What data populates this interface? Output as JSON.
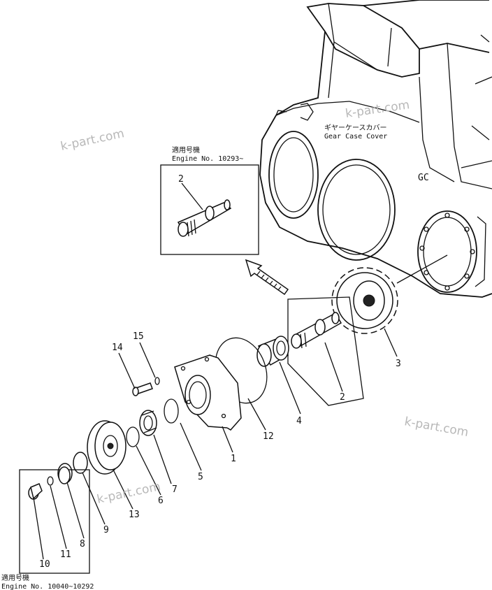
{
  "watermarks": [
    "k-part.com",
    "k-part.com",
    "k-part.com",
    "k-part.com"
  ],
  "gear_case_cover": {
    "jp": "ギヤーケースカバー",
    "en": "Gear Case Cover",
    "mark": "GC"
  },
  "upper_inset": {
    "jp": "適用号機",
    "engine": "Engine No. 10293~"
  },
  "lower_inset": {
    "jp": "適用号機",
    "engine": "Engine No. 10040~10292"
  },
  "callouts": {
    "n1": "1",
    "n2a": "2",
    "n2b": "2",
    "n3": "3",
    "n4": "4",
    "n5": "5",
    "n6": "6",
    "n7": "7",
    "n8": "8",
    "n9": "9",
    "n10": "10",
    "n11": "11",
    "n12": "12",
    "n13": "13",
    "n14": "14",
    "n15": "15"
  }
}
